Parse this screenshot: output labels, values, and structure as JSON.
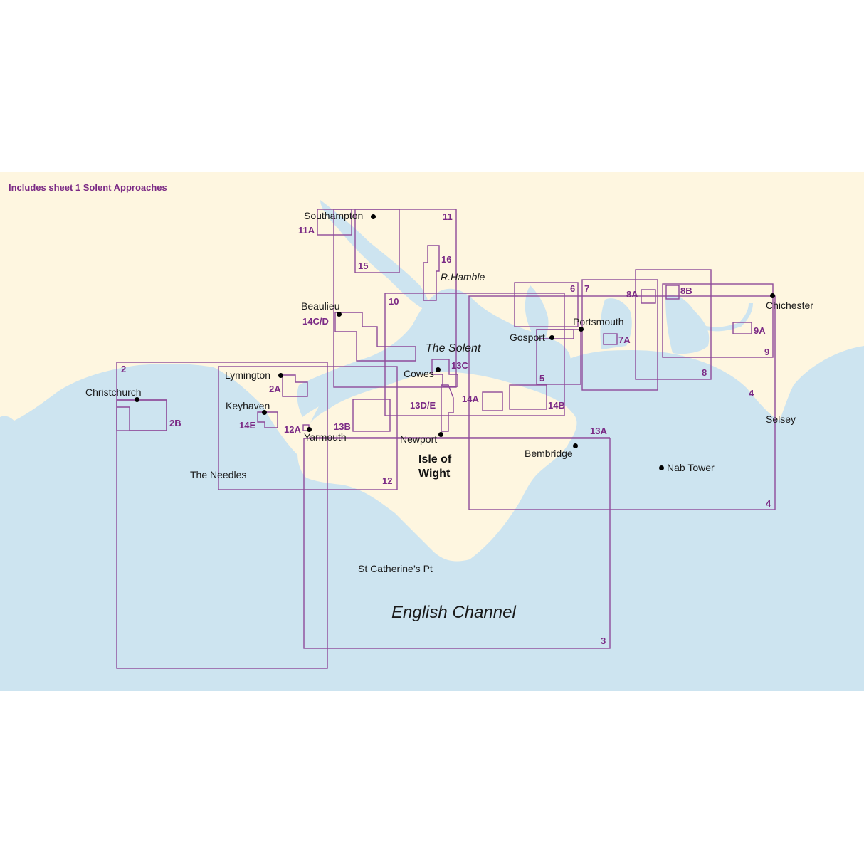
{
  "note": "Includes sheet 1 Solent Approaches",
  "colors": {
    "land": "#fef6e0",
    "sea": "#cde4f0",
    "sheet_border": "#8e4a9a",
    "sheet_label": "#7b2a85",
    "text": "#1a1a1a",
    "background": "#ffffff"
  },
  "places": {
    "southampton": "Southampton",
    "r_hamble": "R.Hamble",
    "beaulieu": "Beaulieu",
    "the_solent": "The Solent",
    "cowes": "Cowes",
    "gosport": "Gosport",
    "portsmouth": "Portsmouth",
    "chichester": "Chichester",
    "christchurch": "Christchurch",
    "lymington": "Lymington",
    "keyhaven": "Keyhaven",
    "yarmouth": "Yarmouth",
    "newport": "Newport",
    "isle_of_wight_1": "Isle of",
    "isle_of_wight_2": "Wight",
    "the_needles": "The Needles",
    "bembridge": "Bembridge",
    "nab_tower": "Nab Tower",
    "selsey": "Selsey",
    "st_catherines": "St Catherine’s Pt",
    "english_channel": "English Channel"
  },
  "sheets": {
    "s2": "2",
    "s2A": "2A",
    "s2B": "2B",
    "s3": "3",
    "s4a": "4",
    "s4b": "4",
    "s5": "5",
    "s6": "6",
    "s7": "7",
    "s7A": "7A",
    "s8": "8",
    "s8A": "8A",
    "s8B": "8B",
    "s9": "9",
    "s9A": "9A",
    "s10": "10",
    "s11": "11",
    "s11A": "11A",
    "s12": "12",
    "s12A": "12A",
    "s13A": "13A",
    "s13B": "13B",
    "s13C": "13C",
    "s13DE": "13D/E",
    "s14A": "14A",
    "s14B": "14B",
    "s14CD": "14C/D",
    "s14E": "14E",
    "s15": "15",
    "s16": "16"
  }
}
